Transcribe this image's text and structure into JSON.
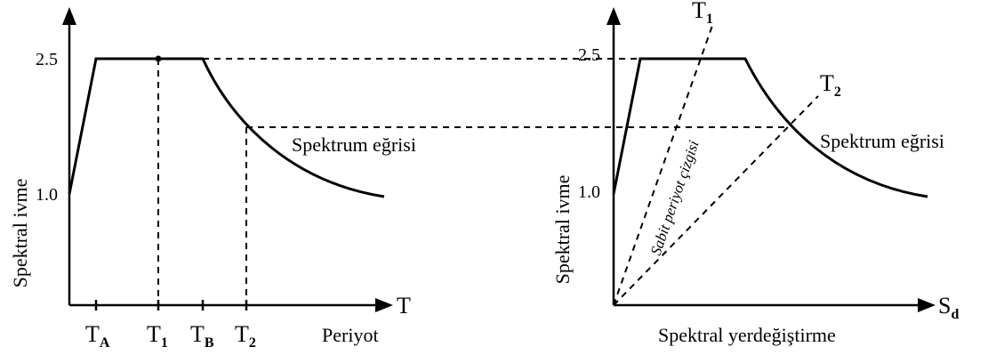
{
  "left_panel": {
    "ylabel": "Spektral  ivme",
    "y_tick_top": "2.5",
    "y_tick_bottom": "1.0",
    "x_axis_symbol": "T",
    "xlabel": "Periyot",
    "x_ticks": [
      {
        "base": "T",
        "sub": "A"
      },
      {
        "base": "T",
        "sub": "1"
      },
      {
        "base": "T",
        "sub": "B"
      },
      {
        "base": "T",
        "sub": "2"
      }
    ],
    "curve_label": "Spektrum eğrisi"
  },
  "right_panel": {
    "ylabel": "Spektral  ivme",
    "y_tick_top": "2.5",
    "y_tick_bottom": "1.0",
    "x_axis_symbol_base": "S",
    "x_axis_symbol_sub": "d",
    "xlabel": "Spektral yerdeğiştirme",
    "curve_label": "Spektrum eğrisi",
    "line_t1": {
      "base": "T",
      "sub": "1"
    },
    "line_t2": {
      "base": "T",
      "sub": "2"
    },
    "constant_period_label": "Sabit periyot çizgisi"
  }
}
